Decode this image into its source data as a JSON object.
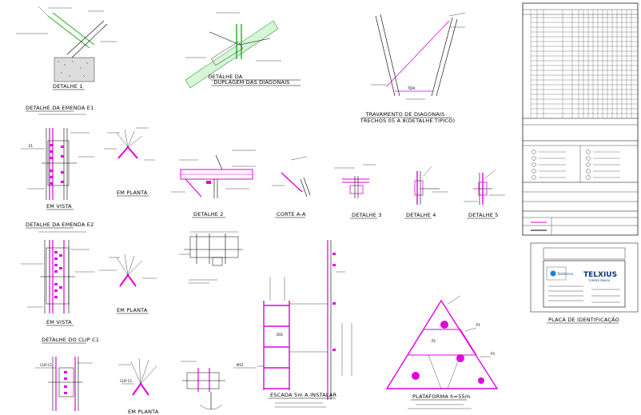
{
  "drawing": {
    "labels": {
      "detalhe1": "DETALHE 1",
      "detalhe_duplagem": "DETALHE DA DUPLAGEM DAS DIAGONAIS",
      "travamento_l1": "TRAVAMENTO DE DIAGONAIS",
      "travamento_l2": "TRECHOS 05 A 8(DETALHE TIPICO)",
      "travamento_bar": "TDIA",
      "emenda_e1": "DETALHE DA EMENDA E1",
      "emenda_e2": "DETALHE DA EMENDA E2",
      "em_vista_1": "EM VISTA",
      "em_vista_2": "EM VISTA",
      "em_planta_1": "EM PLANTA",
      "em_planta_2": "EM PLANTA",
      "em_planta_3": "EM PLANTA",
      "detalhe2": "DETALHE 2",
      "corte_aa": "CORTE A-A",
      "detalhe3": "DETALHE 3",
      "detalhe4": "DETALHE 4",
      "detalhe5": "DETALHE 5",
      "detalhe_clip": "DETALHE DO CLIP C1",
      "escada": "ESCADA 5m A INSTALAR",
      "plataforma": "PLATAFORMA h=55m",
      "placa": "PLACA DE IDENTIFICAÇÃO",
      "placa_brand": "TELXIUS",
      "placa_sub": "TORRES BRASIL",
      "placa_logo": "Telefonica",
      "d_label": "D91",
      "m_label": "M51",
      "e1": "E1",
      "clip": "CLIP C1",
      "p1": "P1",
      "p2": "P2",
      "p3": "P3"
    },
    "colors": {
      "structure": "#e000e0",
      "highlight": "#22aa22",
      "line": "#000000"
    }
  }
}
